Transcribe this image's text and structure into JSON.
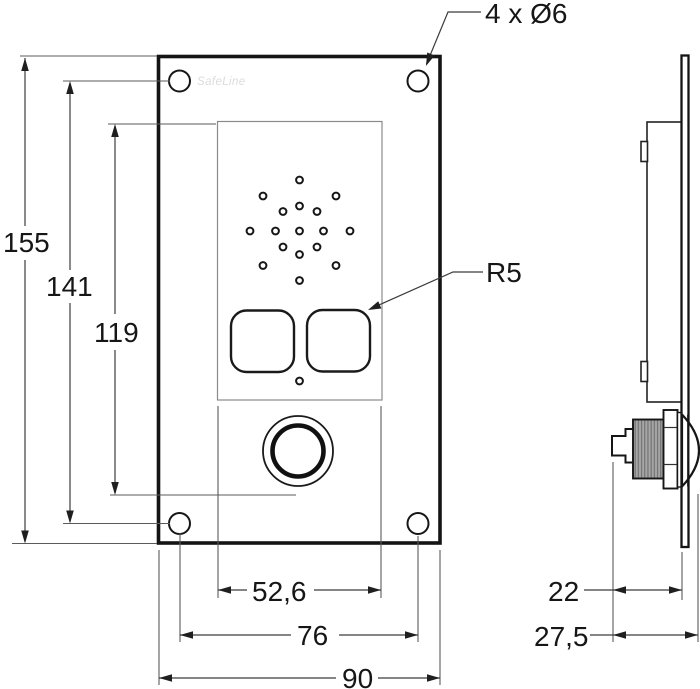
{
  "drawing": {
    "brand_label": "SafeLine",
    "callouts": {
      "mounting_holes": "4 x Ø6",
      "corner_radius": "R5"
    },
    "dimensions_front": {
      "overall_height": "155",
      "screw_spacing_vertical": "141",
      "inner_height": "119",
      "inner_width": "52,6",
      "screw_spacing_horizontal": "76",
      "overall_width": "90"
    },
    "dimensions_side": {
      "mounting_depth": "22",
      "overall_depth": "27,5"
    },
    "colors": {
      "outline": "#141414",
      "dimension_lines": "#3c3c3c",
      "brand_text": "#dcdcdc",
      "thread_barrel": "#9d9d9d"
    }
  }
}
